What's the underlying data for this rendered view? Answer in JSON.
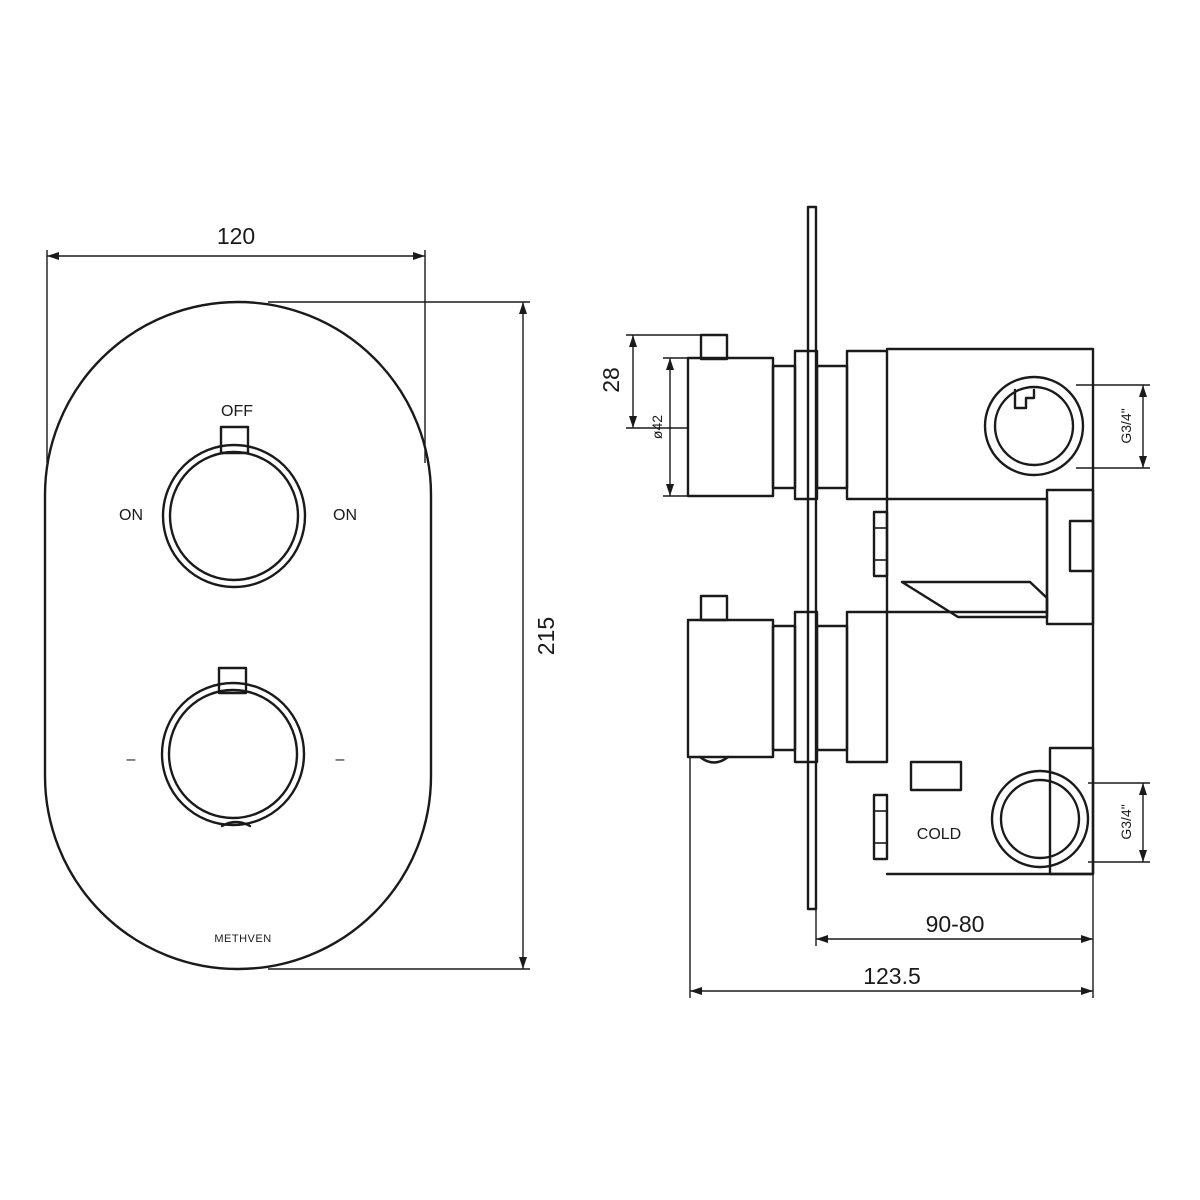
{
  "front_view": {
    "top_handle_label": "OFF",
    "left_label": "ON",
    "right_label": "ON",
    "lower_left_mark": "–",
    "lower_right_mark": "–",
    "brand": "METHVEN"
  },
  "side_view": {
    "lower_port_label": "COLD"
  },
  "dimensions": {
    "width": "120",
    "height": "215",
    "handle_offset": "28",
    "handle_diameter": "ø42",
    "upper_thread": "G3/4\"",
    "lower_thread": "G3/4\"",
    "depth_range": "90-80",
    "total_depth": "123.5"
  }
}
